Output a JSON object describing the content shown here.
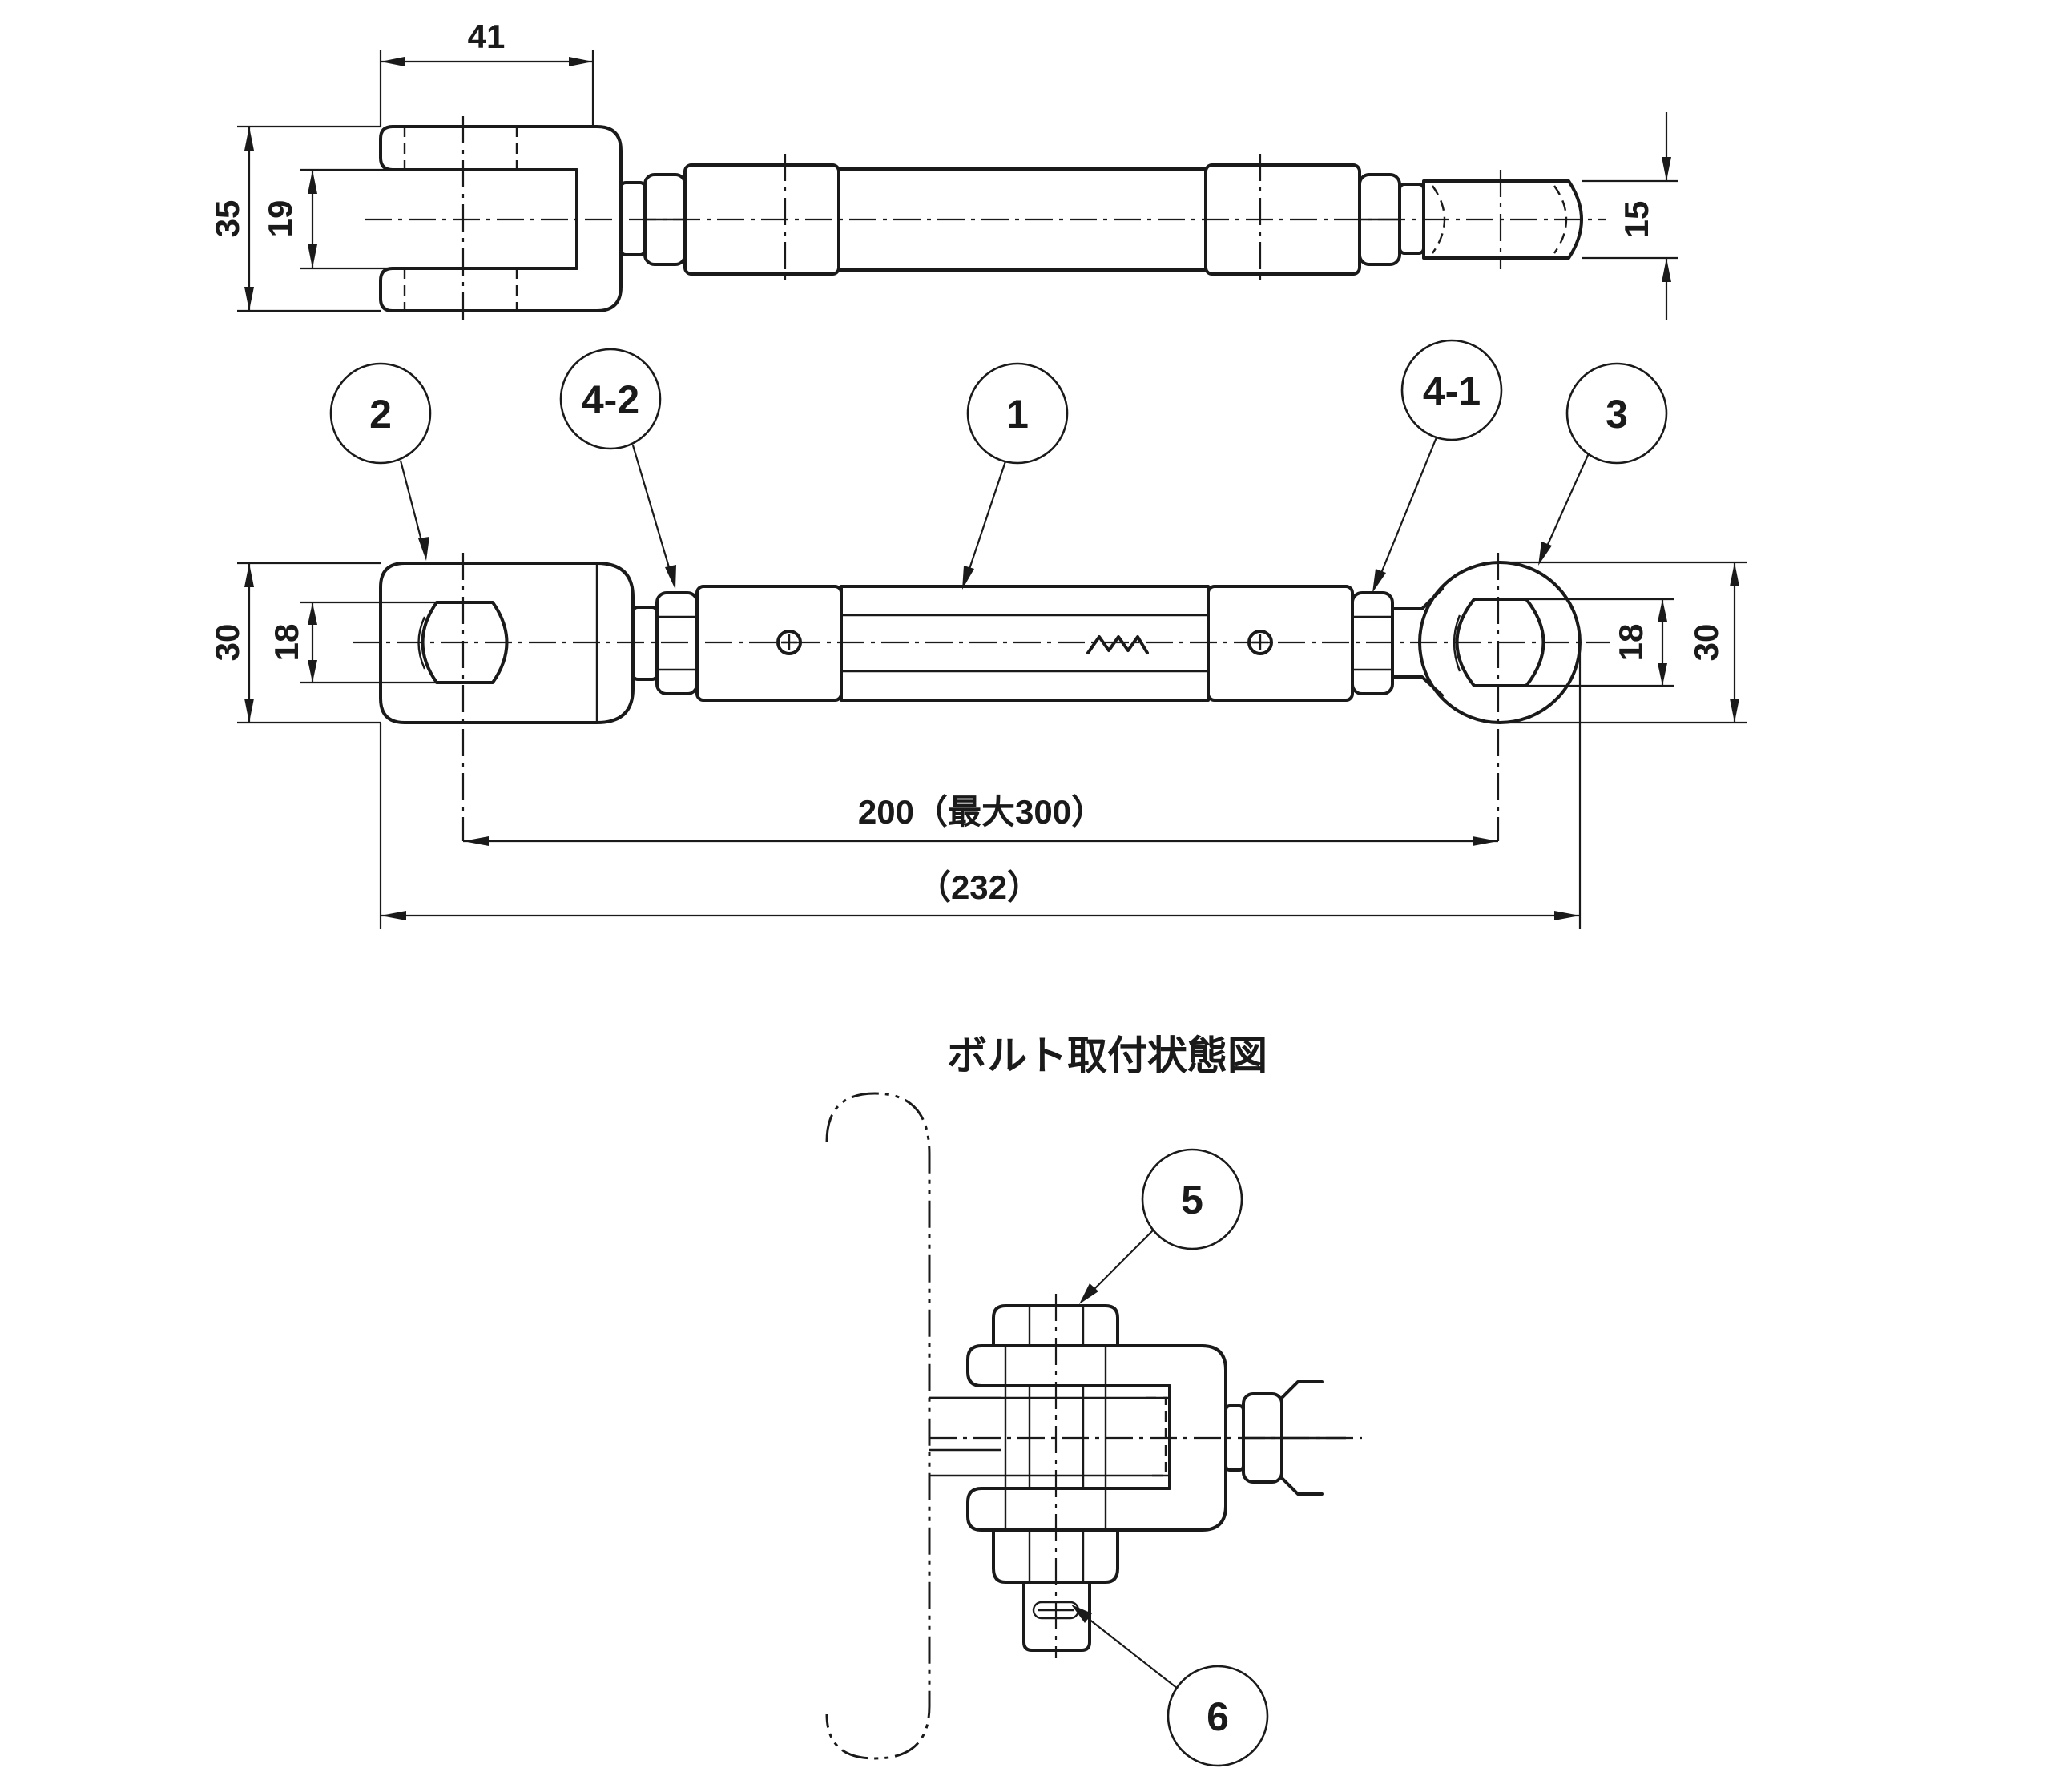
{
  "title": "ボルト取付状態図",
  "balloons": {
    "b1": "1",
    "b2": "2",
    "b3": "3",
    "b41": "4-1",
    "b42": "4-2",
    "b5": "5",
    "b6": "6"
  },
  "dimensions": {
    "top_width": "41",
    "top_height_outer": "35",
    "top_height_inner": "19",
    "top_right_dia": "15",
    "left_height_outer": "30",
    "left_height_inner": "18",
    "right_height_inner": "18",
    "right_height_outer": "30",
    "center_distance": "200（最大300）",
    "overall_length": "（232）"
  },
  "colors": {
    "line": "#1a1a1a",
    "background": "#ffffff"
  }
}
